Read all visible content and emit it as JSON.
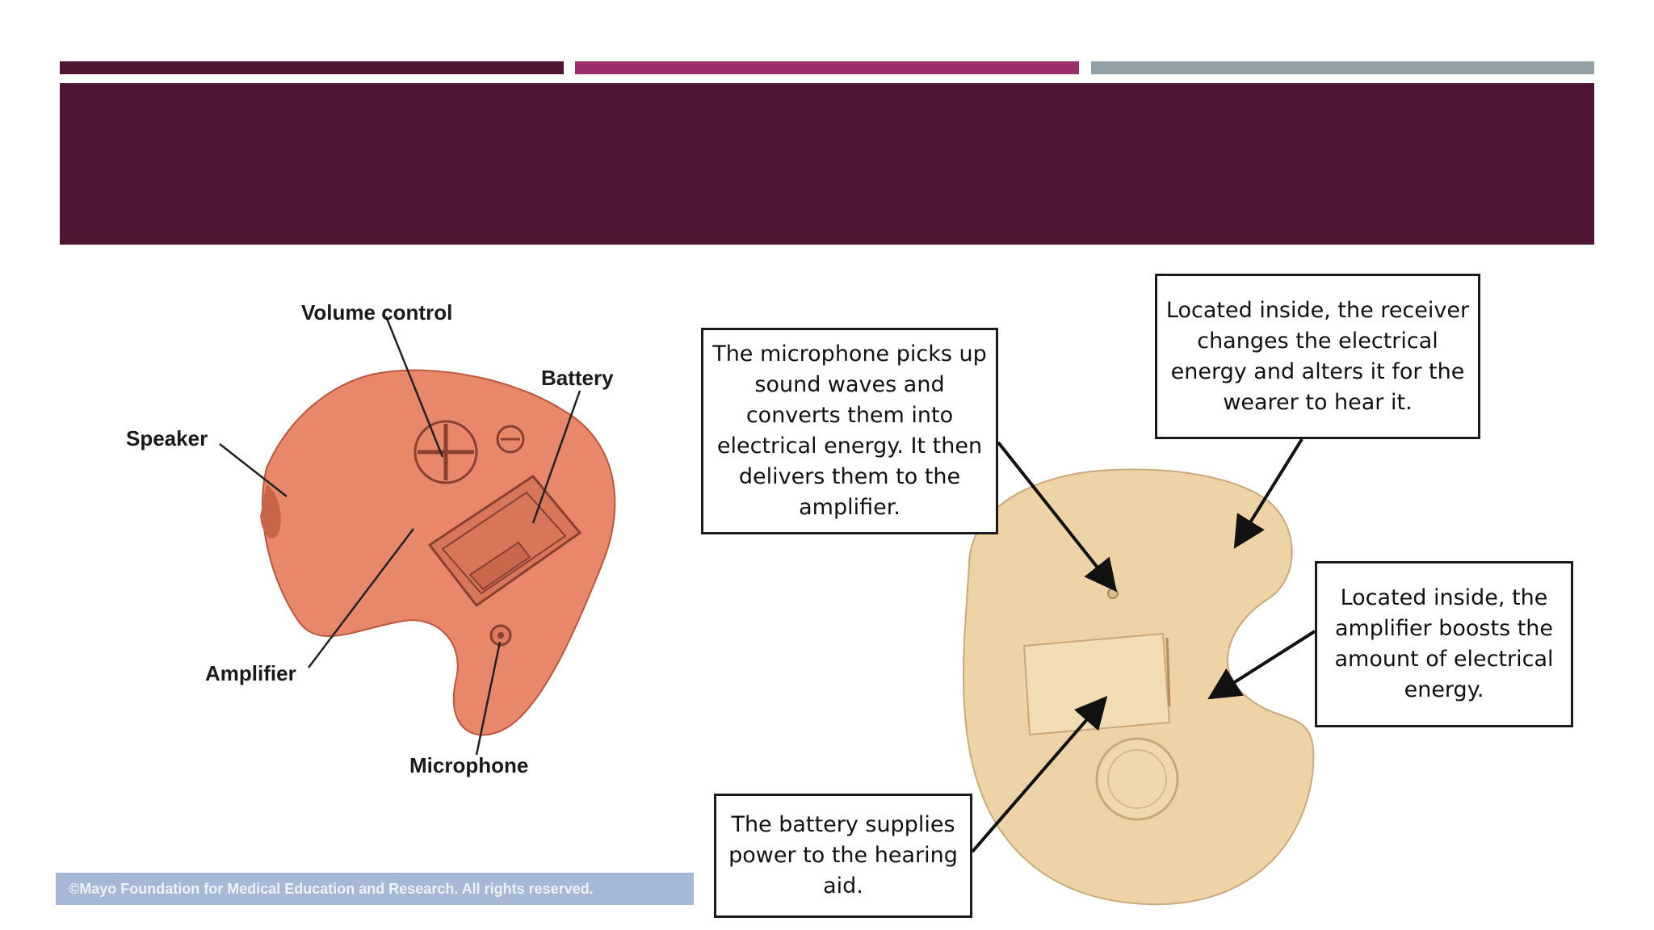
{
  "theme": {
    "bar_colors": [
      "#4f1634",
      "#9b2f69",
      "#929fa4"
    ],
    "banner_color": "#4e1634",
    "left_aid_color": "#e9876a",
    "right_aid_color": "#eed3a6"
  },
  "left_diagram": {
    "labels": {
      "volume_control": "Volume control",
      "battery": "Battery",
      "speaker": "Speaker",
      "amplifier": "Amplifier",
      "microphone": "Microphone"
    },
    "copyright": "©Mayo Foundation for Medical Education and Research.  All rights reserved."
  },
  "right_diagram": {
    "microphone_caption": "The microphone picks up sound waves and converts them into electrical energy.  It then delivers them to the amplifier.",
    "receiver_caption": "Located inside, the receiver changes the electrical energy and alters it for the wearer to hear it.",
    "amplifier_caption": "Located inside, the amplifier boosts the amount of electrical energy.",
    "battery_caption": "The battery supplies power to the hearing aid."
  }
}
